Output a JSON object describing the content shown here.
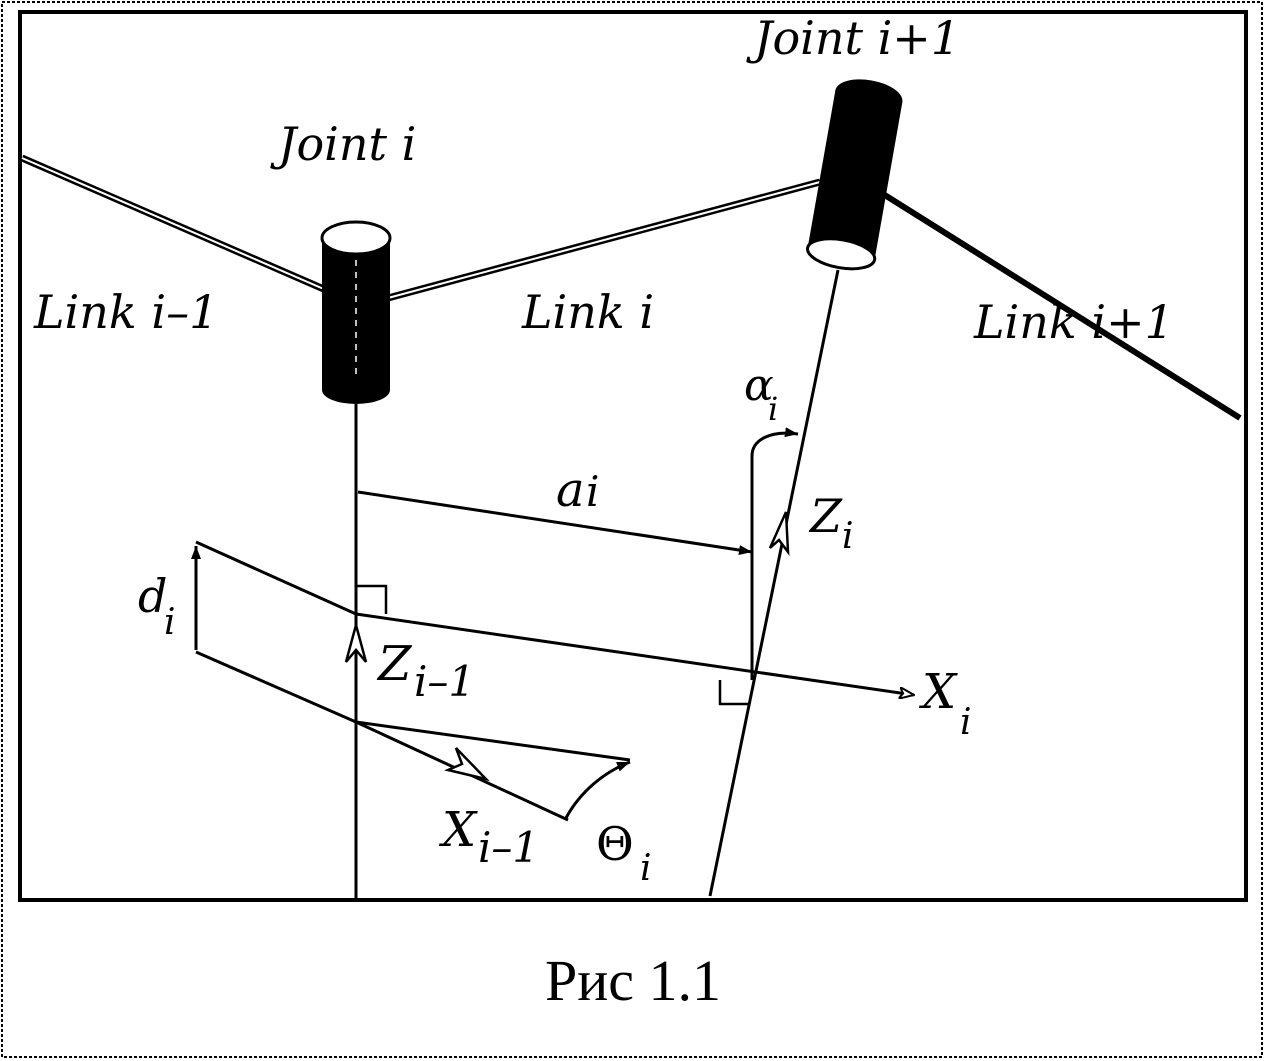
{
  "figure": {
    "labels": {
      "joint_i": "Joint  i",
      "joint_i1": "Joint  i+1",
      "link_im1": "Link  i–1",
      "link_i": "Link  i",
      "link_ip1": "Link  i+1"
    },
    "symbols": {
      "alpha": "α",
      "a": "a",
      "d": "d",
      "z": "Z",
      "x": "X",
      "theta": "Θ",
      "sub_i": "i",
      "sub_im1": "i–1"
    },
    "caption": "Рис 1.1"
  }
}
